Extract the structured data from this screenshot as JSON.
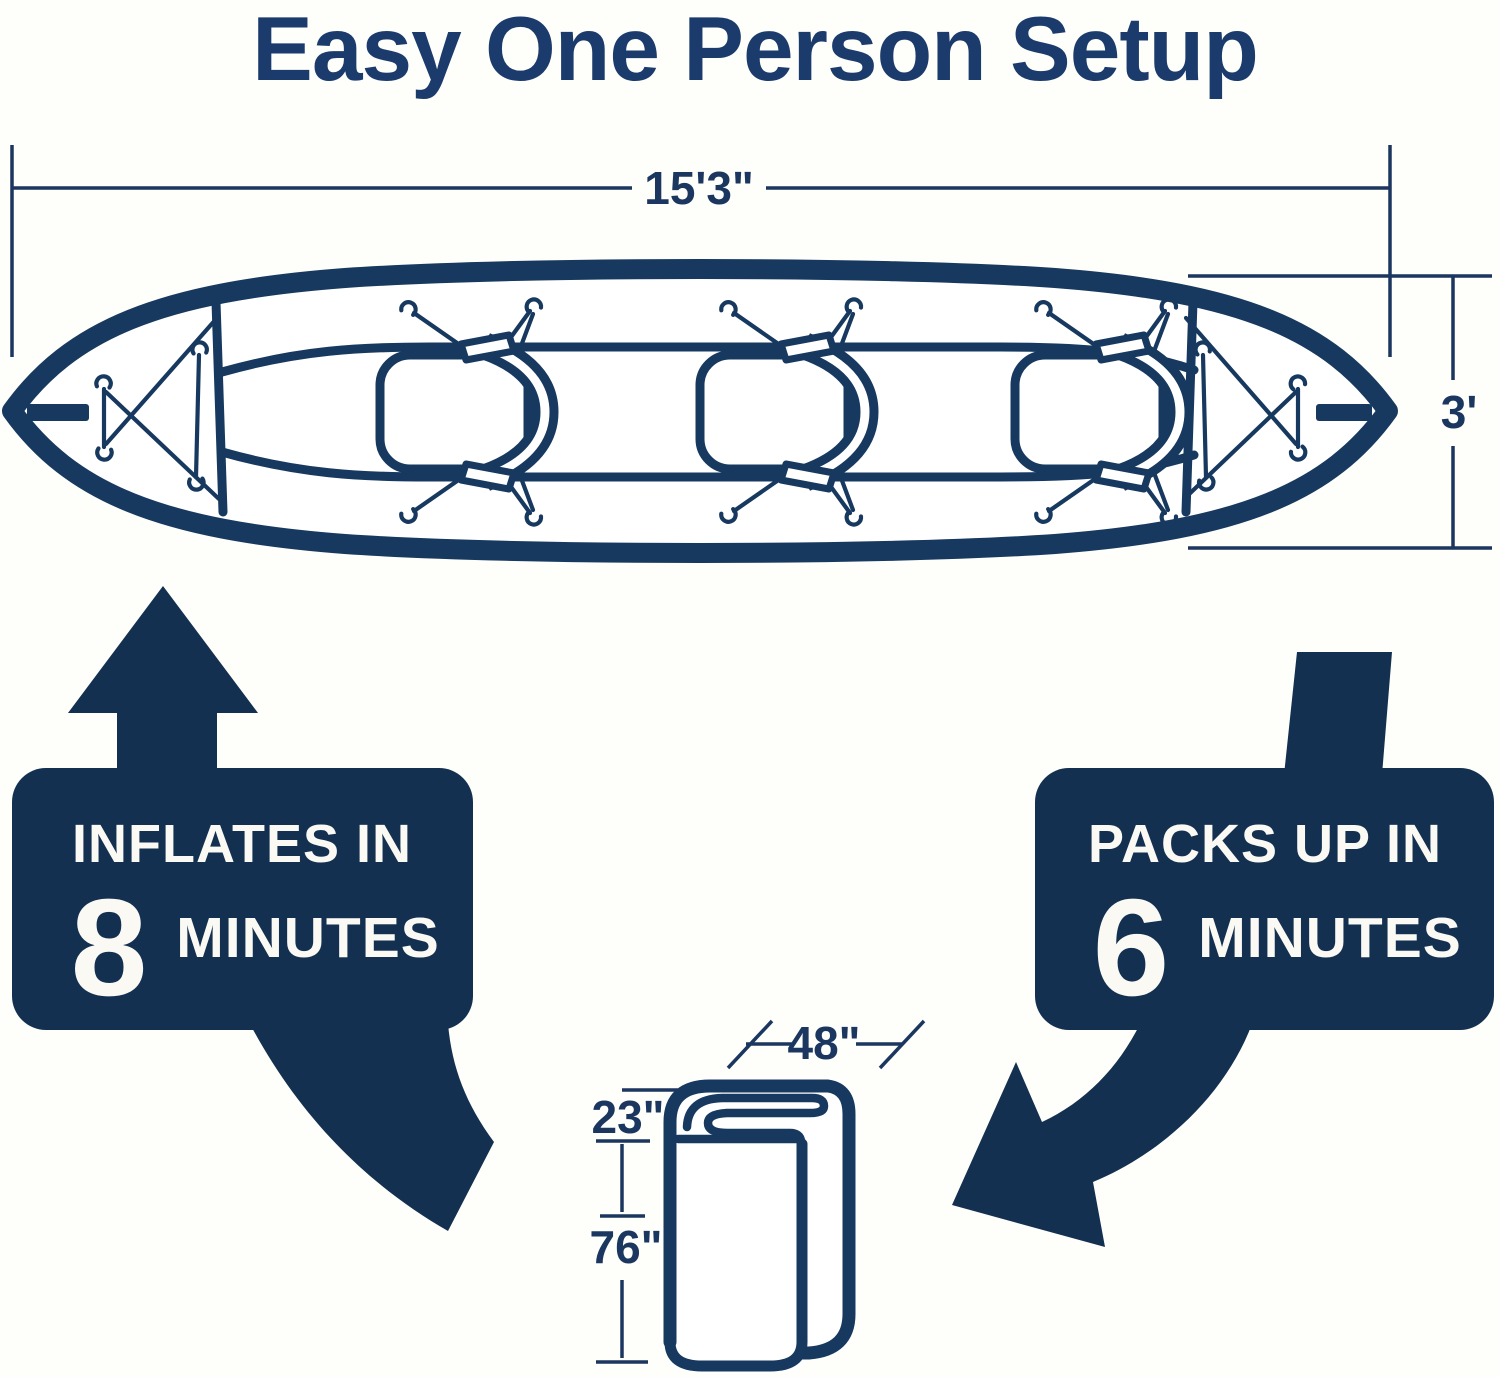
{
  "title": "Easy One Person Setup",
  "colors": {
    "line_navy": "#17395F",
    "solid_navy": "#133050",
    "title_navy": "#1B3B6C",
    "text_on_navy": "#FAF9F4",
    "background": "#FEFEFA"
  },
  "kayak": {
    "length_label": "15'3\"",
    "width_label": "3'",
    "seat_count": 3
  },
  "callouts": {
    "inflate": {
      "line1": "INFLATES IN",
      "number": "8",
      "unit": "MINUTES"
    },
    "pack": {
      "line1": "PACKS UP IN",
      "number": "6",
      "unit": "MINUTES"
    }
  },
  "packed": {
    "length_label": "48\"",
    "depth_label": "23\"",
    "height_label": "76\""
  }
}
